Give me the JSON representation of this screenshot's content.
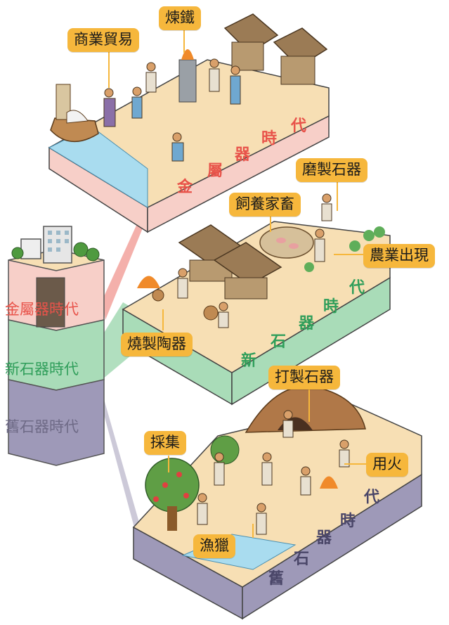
{
  "column": {
    "eras": [
      {
        "label": "金屬器時代",
        "color": "#e8534a"
      },
      {
        "label": "新石器時代",
        "color": "#2f9e5a"
      },
      {
        "label": "舊石器時代",
        "color": "#6e6a86"
      }
    ]
  },
  "metal_age": {
    "board_text": [
      "金",
      "屬",
      "器",
      "時",
      "代"
    ],
    "labels": [
      "商業貿易",
      "煉鐵"
    ],
    "text_color": "#e8534a"
  },
  "neolithic": {
    "board_text": [
      "新",
      "石",
      "器",
      "時",
      "代"
    ],
    "labels": [
      "磨製石器",
      "飼養家畜",
      "農業出現",
      "燒製陶器"
    ],
    "text_color": "#2f9e5a"
  },
  "paleolithic": {
    "board_text": [
      "舊",
      "石",
      "器",
      "時",
      "代"
    ],
    "labels": [
      "打製石器",
      "採集",
      "用火",
      "漁獵"
    ],
    "text_color": "#4a4668"
  },
  "colors": {
    "label_bg": "#f6b73c",
    "sand": "#f7dfb4",
    "water": "#a9dcef",
    "metal_layer": "#f7cfc8",
    "neo_layer": "#a9dcb8",
    "paleo_layer": "#9e99b8"
  }
}
